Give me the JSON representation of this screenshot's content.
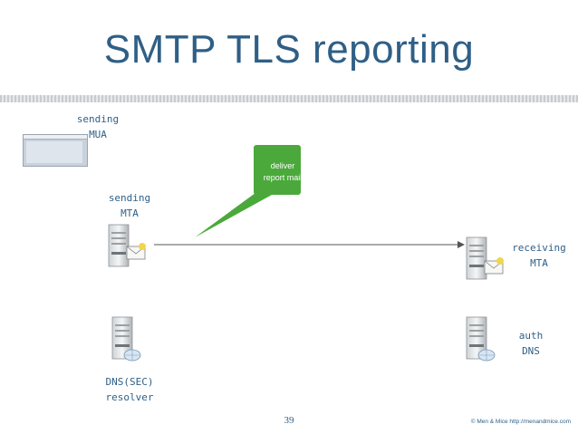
{
  "title": "SMTP TLS reporting",
  "nodes": {
    "sending_mua": "sending\nMUA",
    "sending_mta": "sending\nMTA",
    "receiving_mta": "receiving\nMTA",
    "auth_dns": "auth\nDNS",
    "dns_resolver": "DNS(SEC)\nresolver"
  },
  "callout": "deliver\nreport mail",
  "footer": {
    "page_number": "39",
    "copyright": "© Men & Mice http://menandmice.com"
  },
  "colors": {
    "text": "#2f5f86",
    "callout": "#4aa93a",
    "arrow": "#555555"
  }
}
